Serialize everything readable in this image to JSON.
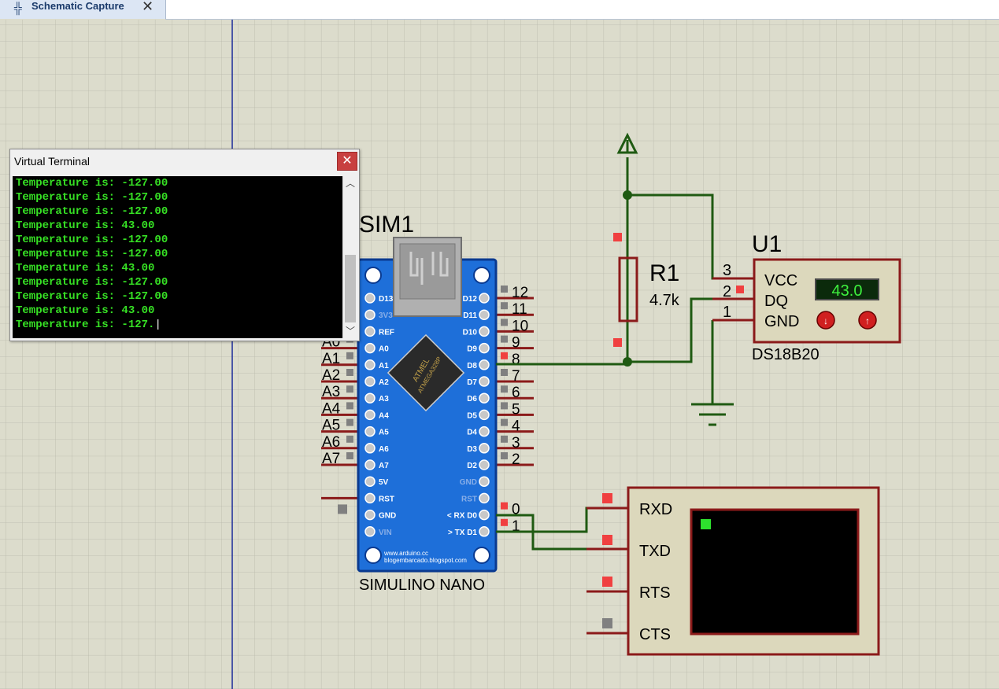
{
  "tab": {
    "label": "Schematic Capture",
    "icon": "schematic-icon",
    "close": "✕"
  },
  "terminal": {
    "title": "Virtual Terminal",
    "close": "✕",
    "lines": [
      "Temperature is: -127.00",
      "Temperature is: -127.00",
      "Temperature is: -127.00",
      "Temperature is: 43.00",
      "Temperature is: -127.00",
      "Temperature is: -127.00",
      "Temperature is: 43.00",
      "Temperature is: -127.00",
      "Temperature is: -127.00",
      "Temperature is: 43.00",
      "Temperature is: -127."
    ],
    "text_color": "#36e024"
  },
  "arduino": {
    "ref": "SIM1",
    "name": "SIMULINO NANO",
    "chip_line1": "ATMEL",
    "chip_line2": "ATMEGA328P",
    "footer_line1": "www.arduino.cc",
    "footer_line2": "blogembarcado.blogspot.com",
    "left_pins": [
      "D13",
      "3V3",
      "REF",
      "A0",
      "A1",
      "A2",
      "A3",
      "A4",
      "A5",
      "A6",
      "A7",
      "5V",
      "RST",
      "GND",
      "VIN"
    ],
    "right_pins": [
      "D12",
      "D11",
      "D10",
      "D9",
      "D8",
      "D7",
      "D6",
      "D5",
      "D4",
      "D3",
      "D2",
      "GND",
      "RST",
      "< RX D0",
      "> TX D1"
    ],
    "left_labels": [
      "A0",
      "A1",
      "A2",
      "A3",
      "A4",
      "A5",
      "A6",
      "A7"
    ],
    "right_numbers": [
      "12",
      "11",
      "10",
      "9",
      "8",
      "7",
      "6",
      "5",
      "4",
      "3",
      "2",
      "0",
      "1"
    ],
    "board_color": "#1e6fd9"
  },
  "resistor": {
    "ref": "R1",
    "value": "4.7k"
  },
  "sensor": {
    "ref": "U1",
    "part": "DS18B20",
    "pins": [
      "VCC",
      "DQ",
      "GND"
    ],
    "pin_numbers": [
      "3",
      "2",
      "1"
    ],
    "display": "43.0"
  },
  "uart_terminal": {
    "pins": [
      "RXD",
      "TXD",
      "RTS",
      "CTS"
    ]
  },
  "colors": {
    "wire": "#1f5a12",
    "component": "#8b1a1a",
    "grid_bg": "#dcdccc"
  }
}
